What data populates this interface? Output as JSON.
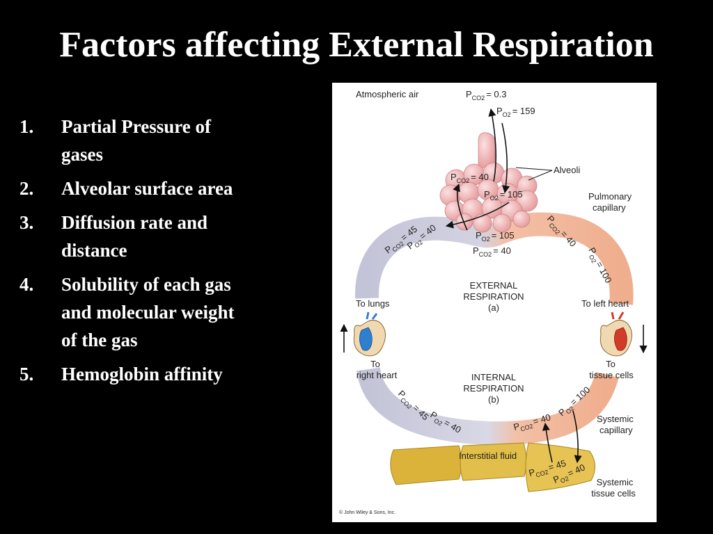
{
  "slide": {
    "title": "Factors affecting External Respiration",
    "factors": [
      {
        "num": "1.",
        "lines": [
          "Partial Pressure of",
          "gases"
        ]
      },
      {
        "num": "2.",
        "lines": [
          "Alveolar surface area"
        ]
      },
      {
        "num": "3.",
        "lines": [
          "Diffusion rate and",
          "distance"
        ]
      },
      {
        "num": "4.",
        "lines": [
          "Solubility of each gas",
          "and molecular weight",
          "of the gas"
        ]
      },
      {
        "num": "5.",
        "lines": [
          "Hemoglobin affinity"
        ]
      }
    ]
  },
  "diagram": {
    "atmospheric_air": "Atmospheric air",
    "atm_pco2": "= 0.3",
    "atm_po2": "= 159",
    "alveoli": "Alveoli",
    "alv_pco2": "= 40",
    "alv_po2": "= 105",
    "pulmonary_capillary": [
      "Pulmonary",
      "capillary"
    ],
    "pulm_right_pco2": "= 40",
    "pulm_right_po2": "= 100",
    "pulm_left_pco2": "= 45",
    "pulm_left_po2": "= 40",
    "pulm_mid_po2": "= 105",
    "pulm_mid_pco2": "= 40",
    "external_respiration": [
      "EXTERNAL",
      "RESPIRATION",
      "(a)"
    ],
    "to_lungs": "To lungs",
    "to_left_heart": "To left heart",
    "to_right_heart": [
      "To",
      "right heart"
    ],
    "to_tissue_cells": [
      "To",
      "tissue cells"
    ],
    "internal_respiration": [
      "INTERNAL",
      "RESPIRATION",
      "(b)"
    ],
    "sys_left_pco2": "= 45",
    "sys_left_po2": "= 40",
    "sys_right_pco2": "= 40",
    "sys_right_po2": "= 100",
    "systemic_capillary": [
      "Systemic",
      "capillary"
    ],
    "interstitial_fluid": "Interstitial fluid",
    "tissue_pco2": "= 45",
    "tissue_po2": "= 40",
    "systemic_tissue_cells": [
      "Systemic",
      "tissue cells"
    ],
    "copyright": "© John Wiley & Sons, Inc.",
    "sym_p": "P",
    "sub_co2": "CO2",
    "sub_o2": "O2"
  },
  "colors": {
    "background": "#000000",
    "deoxygenated_vessel": "#c9c9dc",
    "oxygenated_vessel": "#f1b497",
    "alveoli": "#f0b8b8",
    "tissue_cells": "#e2bf45"
  }
}
